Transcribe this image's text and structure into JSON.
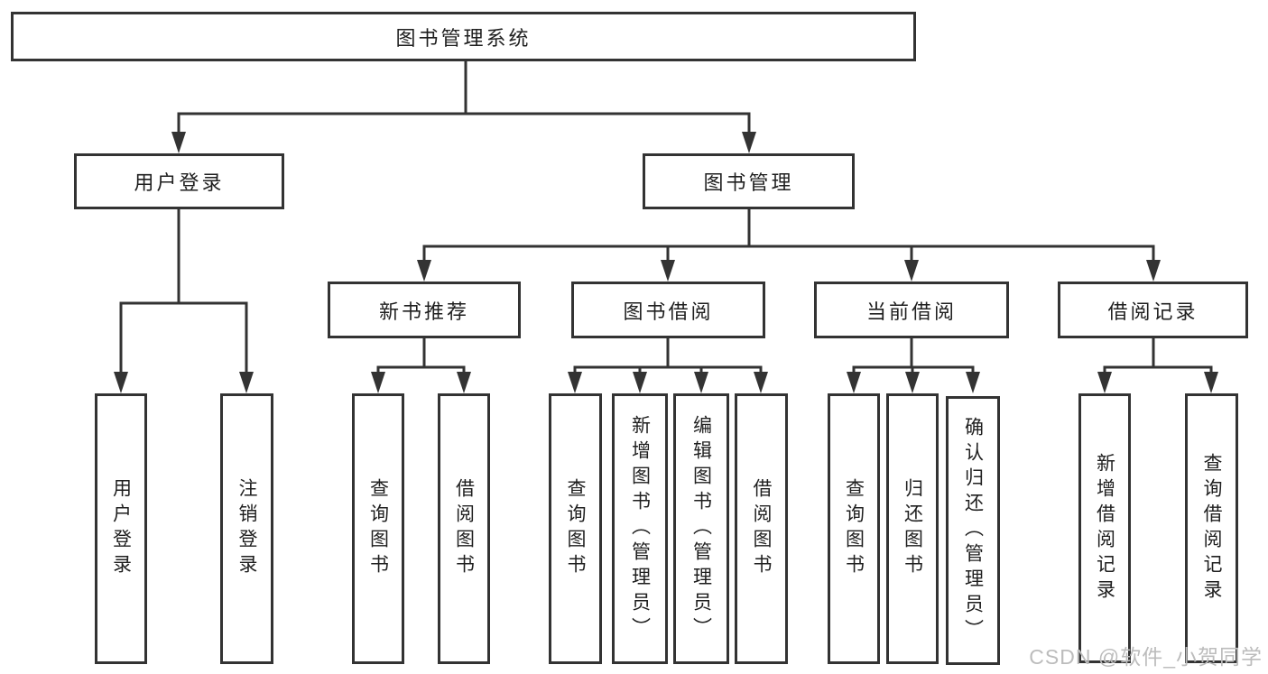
{
  "tree": {
    "root": {
      "label": "图书管理系统",
      "children": [
        {
          "label": "用户登录",
          "children": [
            {
              "label": "用户登录"
            },
            {
              "label": "注销登录"
            }
          ]
        },
        {
          "label": "图书管理",
          "children": [
            {
              "label": "新书推荐",
              "children": [
                {
                  "label": "查询图书"
                },
                {
                  "label": "借阅图书"
                }
              ]
            },
            {
              "label": "图书借阅",
              "children": [
                {
                  "label": "查询图书"
                },
                {
                  "label": "新增图书（管理员）"
                },
                {
                  "label": "编辑图书（管理员）"
                },
                {
                  "label": "借阅图书"
                }
              ]
            },
            {
              "label": "当前借阅",
              "children": [
                {
                  "label": "查询图书"
                },
                {
                  "label": "归还图书"
                },
                {
                  "label": "确认归还（管理员）"
                }
              ]
            },
            {
              "label": "借阅记录",
              "children": [
                {
                  "label": "新增借阅记录"
                },
                {
                  "label": "查询借阅记录"
                }
              ]
            }
          ]
        }
      ]
    }
  },
  "watermark": {
    "text": "CSDN @软件_小贺同学"
  },
  "colors": {
    "line": "#333333",
    "box_border": "#333333",
    "text": "#1f1f1f",
    "watermark": "#bcbcbc",
    "background": "#ffffff"
  }
}
